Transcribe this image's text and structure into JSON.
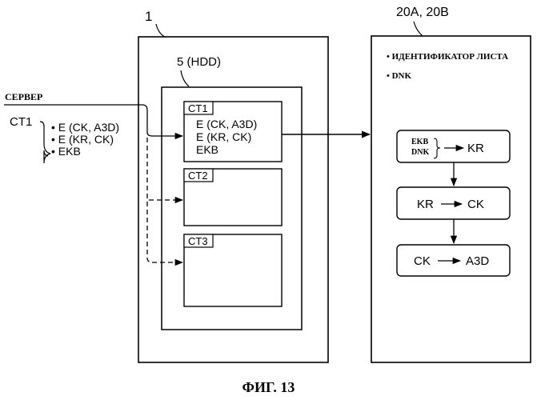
{
  "figure": {
    "caption": "ФИГ. 13",
    "device_ref": "1",
    "hdd_label": "5 (HDD)",
    "terminal_ref": "20A, 20B",
    "server_label": "СЕРВЕР"
  },
  "content_source": {
    "label": "CT1",
    "items": [
      "• E (CK, A3D)",
      "• E (KR, CK)",
      "• EKB"
    ]
  },
  "hdd_contents": [
    {
      "title": "CT1",
      "lines": [
        "E (CK, A3D)",
        "E (KR, CK)",
        "EKB"
      ]
    },
    {
      "title": "CT2",
      "lines": []
    },
    {
      "title": "CT3",
      "lines": []
    }
  ],
  "terminal": {
    "bullets": [
      "• ИДЕНТИФИКАТОР ЛИСТА",
      "• DNK"
    ],
    "steps": [
      {
        "inputs": [
          "EKB",
          "DNK"
        ],
        "arrow": "→",
        "output": "KR"
      },
      {
        "input": "KR",
        "arrow": "→",
        "output": "CK"
      },
      {
        "input": "CK",
        "arrow": "→",
        "output": "A3D"
      }
    ]
  }
}
